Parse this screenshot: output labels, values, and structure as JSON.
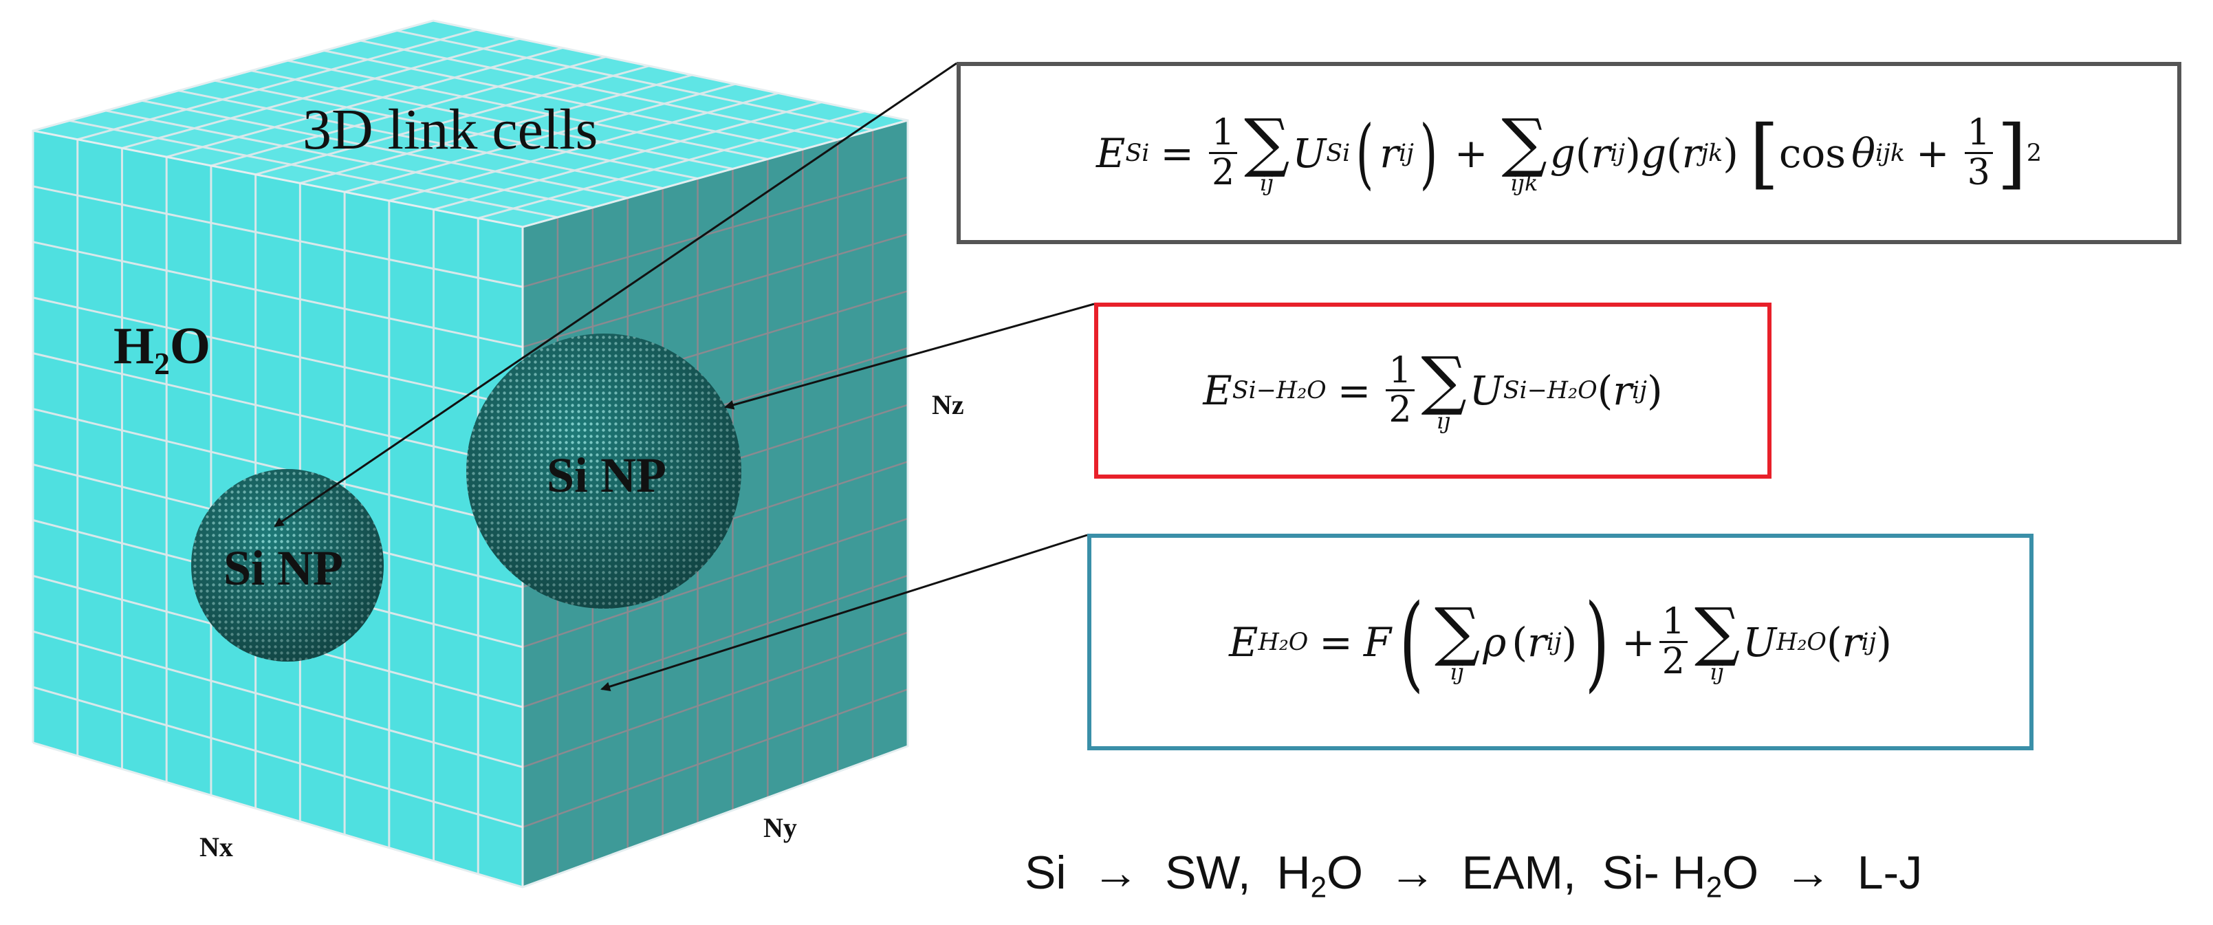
{
  "labels": {
    "grid_title": "3D link cells",
    "water": "H",
    "water_sub": "2",
    "water_tail": "O",
    "np_small": "Si NP",
    "np_large": "Si NP",
    "nx": "Nx",
    "ny": "Ny",
    "nz": "Nz"
  },
  "equations": {
    "si": {
      "lhs": "E",
      "lhs_sub": "Si",
      "half_num": "1",
      "half_den": "2",
      "idx1": "ij",
      "u": "U",
      "u_sub": "Si",
      "arg": "r",
      "arg_sub": "ij",
      "idx2": "ijk",
      "g": "g",
      "g_sub1": "ij",
      "g_sub2": "jk",
      "cos": "cos",
      "theta": "θ",
      "theta_sub": "ijk",
      "third_num": "1",
      "third_den": "3",
      "power": "2"
    },
    "sih2o": {
      "lhs": "E",
      "lhs_sub": "Si−H₂O",
      "half_num": "1",
      "half_den": "2",
      "idx": "ij",
      "u": "U",
      "u_sub": "Si−H₂O",
      "arg": "r",
      "arg_sub": "ij"
    },
    "h2o": {
      "lhs": "E",
      "lhs_sub": "H₂O",
      "f": "F",
      "idx1": "ij",
      "rho": "ρ",
      "arg": "r",
      "arg_sub": "ij",
      "half_num": "1",
      "half_den": "2",
      "idx2": "ij",
      "u": "U",
      "u_sub": "H₂O"
    }
  },
  "bottom": {
    "si": "Si",
    "arrow": "→",
    "sw": "SW,",
    "h": "H",
    "h_sub": "2",
    "o": "O",
    "eam": "EAM,",
    "si2": "Si-",
    "lj": "L-J"
  },
  "colors": {
    "cube_front": "#4fe0e0",
    "cube_side": "#3e9a98",
    "cube_top": "#5fe5e5",
    "grid_line": "#d8e8ea",
    "side_grid_line": "#8a8a90",
    "box_si": "#555555",
    "box_sih2o": "#e8202a",
    "box_h2o": "#3a8fa8",
    "sphere": "#2a8c8a"
  }
}
